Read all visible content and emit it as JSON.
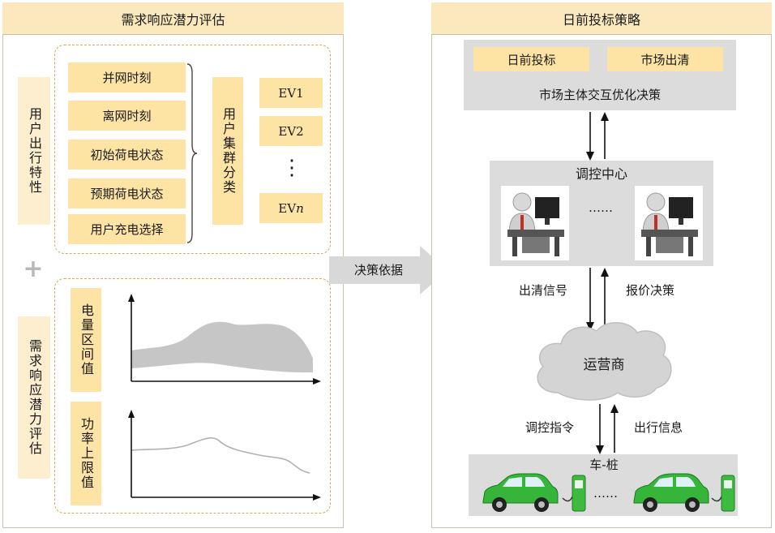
{
  "left_panel": {
    "title": "需求响应潜力评估",
    "user_travel_label": "用户出行特性",
    "features": [
      "并网时刻",
      "离网时刻",
      "初始荷电状态",
      "预期荷电状态",
      "用户充电选择"
    ],
    "cluster_label": "用户集群分类",
    "ev_items": [
      "EV1",
      "EV2",
      "EVn"
    ],
    "ev_vdots": "⋮",
    "plus": "+",
    "dr_label": "需求响应潜力评估",
    "energy_label": "电量区间值",
    "power_label": "功率上限值"
  },
  "arrow_label": "决策依据",
  "right_panel": {
    "title": "日前投标策略",
    "bid_tag": "日前投标",
    "clear_tag": "市场出清",
    "market_caption": "市场主体交互优化决策",
    "control_center": "调控中心",
    "ellipsis": "……",
    "clear_signal": "出清信号",
    "bid_decision": "报价决策",
    "operator": "运营商",
    "dispatch_cmd": "调控指令",
    "travel_info": "出行信息",
    "vehicle_pile": "车-桩"
  }
}
